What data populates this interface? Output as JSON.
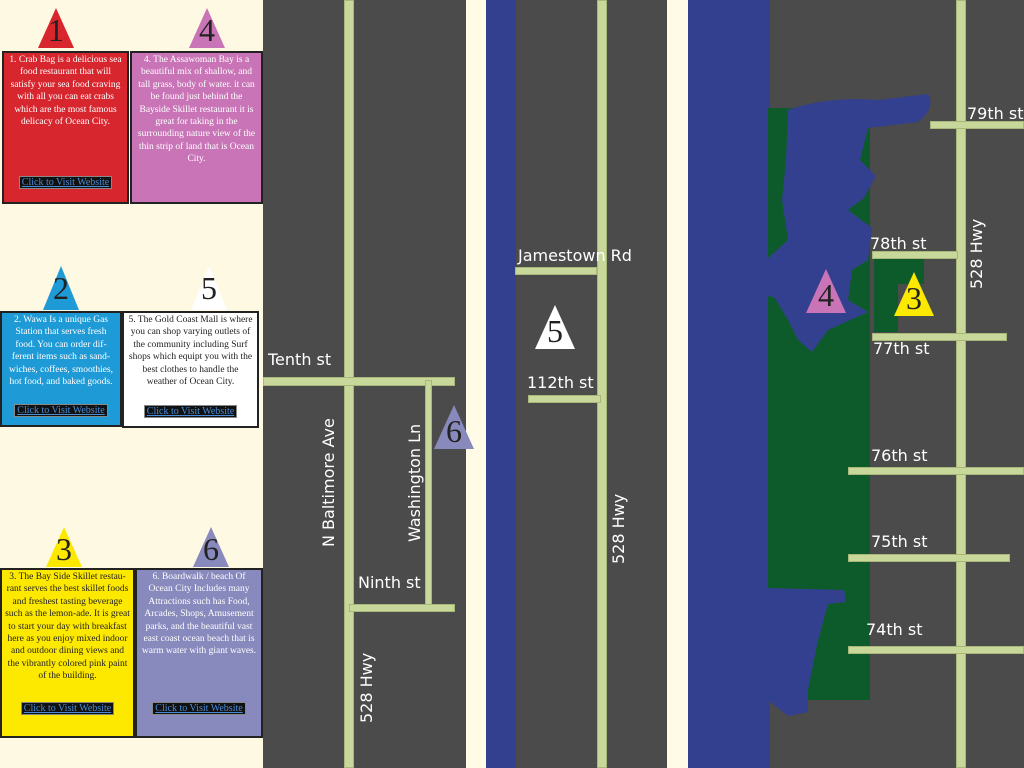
{
  "colors": {
    "crab": "#d7262e",
    "wawa": "#1e9ad6",
    "skillet": "#fde800",
    "assawoman": "#c874b6",
    "mall": "#ffffff",
    "boardwalk": "#8889bd",
    "road": "#c8d79a",
    "asphalt": "#4b4b4b",
    "water": "#33408f",
    "marsh": "#0d5b2a",
    "beach": "#fffbe6"
  },
  "cards": [
    {
      "num": "1",
      "desc": "1. Crab Bag is a delicious sea food restaurant that will satisfy your sea food craving with all you can eat crabs which are the most famous delicacy of Ocean City.",
      "link": "Click to Visit Website"
    },
    {
      "num": "4",
      "desc": "4. The Assawoman Bay is a beautiful mix of shallow, and tall grass, body of water. it can be found just behind the Bayside Skillet restaurant it is great for taking in the surrounding nature view of the thin strip of land that is Ocean City.",
      "link": ""
    },
    {
      "num": "2",
      "desc": "2. Wawa Is a unique Gas Station that serves fresh food. You can order dif-ferent items such as sand-wiches, coffees, smoothies, hot food, and baked goods.",
      "link": "Click to Visit Website"
    },
    {
      "num": "5",
      "desc": "5. The Gold Coast Mall  is where you can shop varying outlets of the community including Surf shops which equipt you with the best clothes to handle the weather of Ocean City.",
      "link": "Click to Visit Website"
    },
    {
      "num": "3",
      "desc": "3. The Bay Side Skillet restau-rant serves the best skillet foods and freshest tasting beverage such as the lemon-ade. It is great to start your day with breakfast here as you enjoy mixed indoor and outdoor dining views and the vibrantly colored pink paint of the building.",
      "link": "Click to Visit Website"
    },
    {
      "num": "6",
      "desc": "6. Boardwalk / beach Of Ocean City Includes many Attractions such has Food, Arcades, Shops, Amusement parks, and the beautiful vast east coast ocean beach that is warm water with giant waves.",
      "link": "Click to Visit Website"
    }
  ],
  "streets": {
    "tenth": "Tenth st",
    "ninth": "Ninth st",
    "baltimore": "N Baltimore Ave",
    "washington": "Washington Ln",
    "hwy_left": "528 Hwy",
    "jamestown": "Jamestown Rd",
    "s112": "112th st",
    "hwy_mid": "528 Hwy",
    "s79": "79th st",
    "s78": "78th st",
    "s77": "77th st",
    "s76": "76th st",
    "s75": "75th st",
    "s74": "74th st",
    "hwy_right": "528 Hwy"
  },
  "map_markers": [
    "6",
    "5",
    "4",
    "3"
  ]
}
